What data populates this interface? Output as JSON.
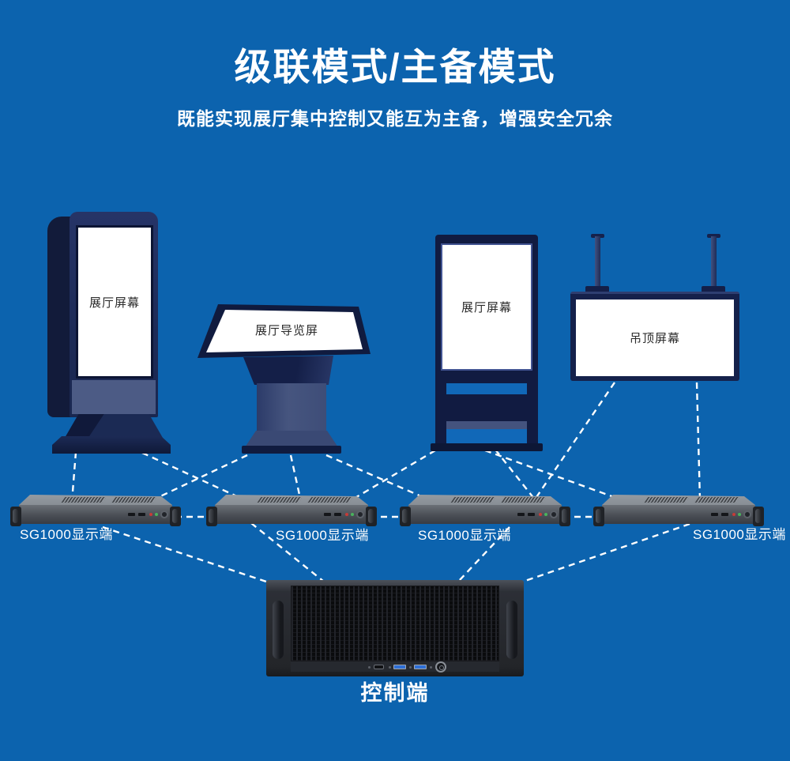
{
  "header": {
    "title": "级联模式/主备模式",
    "subtitle": "既能实现展厅集中控制又能互为主备，增强安全冗余"
  },
  "displays": {
    "totem_left": {
      "label": "展厅屏幕"
    },
    "guide_table": {
      "label": "展厅导览屏"
    },
    "totem_right": {
      "label": "展厅屏幕"
    },
    "ceiling": {
      "label": "吊顶屏幕"
    }
  },
  "display_terminals": [
    {
      "label": "SG1000显示端"
    },
    {
      "label": "SG1000显示端"
    },
    {
      "label": "SG1000显示端"
    },
    {
      "label": "SG1000显示端"
    }
  ],
  "controller": {
    "label": "控制端"
  },
  "colors": {
    "background": "#0c63ae",
    "line": "#ffffff",
    "device_navy": "#1c2a56",
    "device_navy_dark": "#111b41",
    "screen_white": "#ffffff",
    "rack_gray": "#4a4e55",
    "usb_blue": "#2e6fd6"
  },
  "connections": {
    "display_to_terminal": [
      [
        96,
        572,
        91,
        635
      ],
      [
        180,
        573,
        317,
        636
      ],
      [
        313,
        576,
        182,
        638
      ],
      [
        368,
        576,
        381,
        635
      ],
      [
        413,
        576,
        547,
        634
      ],
      [
        551,
        570,
        441,
        635
      ],
      [
        627,
        569,
        677,
        632
      ],
      [
        614,
        570,
        791,
        634
      ],
      [
        778,
        484,
        677,
        632
      ],
      [
        882,
        484,
        886,
        632
      ]
    ],
    "terminal_to_terminal": [
      [
        222,
        654,
        262,
        654
      ],
      [
        468,
        654,
        507,
        654
      ],
      [
        713,
        654,
        752,
        654
      ]
    ],
    "terminal_to_controller": [
      [
        130,
        667,
        337,
        736
      ],
      [
        318,
        662,
        410,
        736
      ],
      [
        645,
        667,
        580,
        736
      ],
      [
        873,
        663,
        662,
        736
      ]
    ]
  }
}
